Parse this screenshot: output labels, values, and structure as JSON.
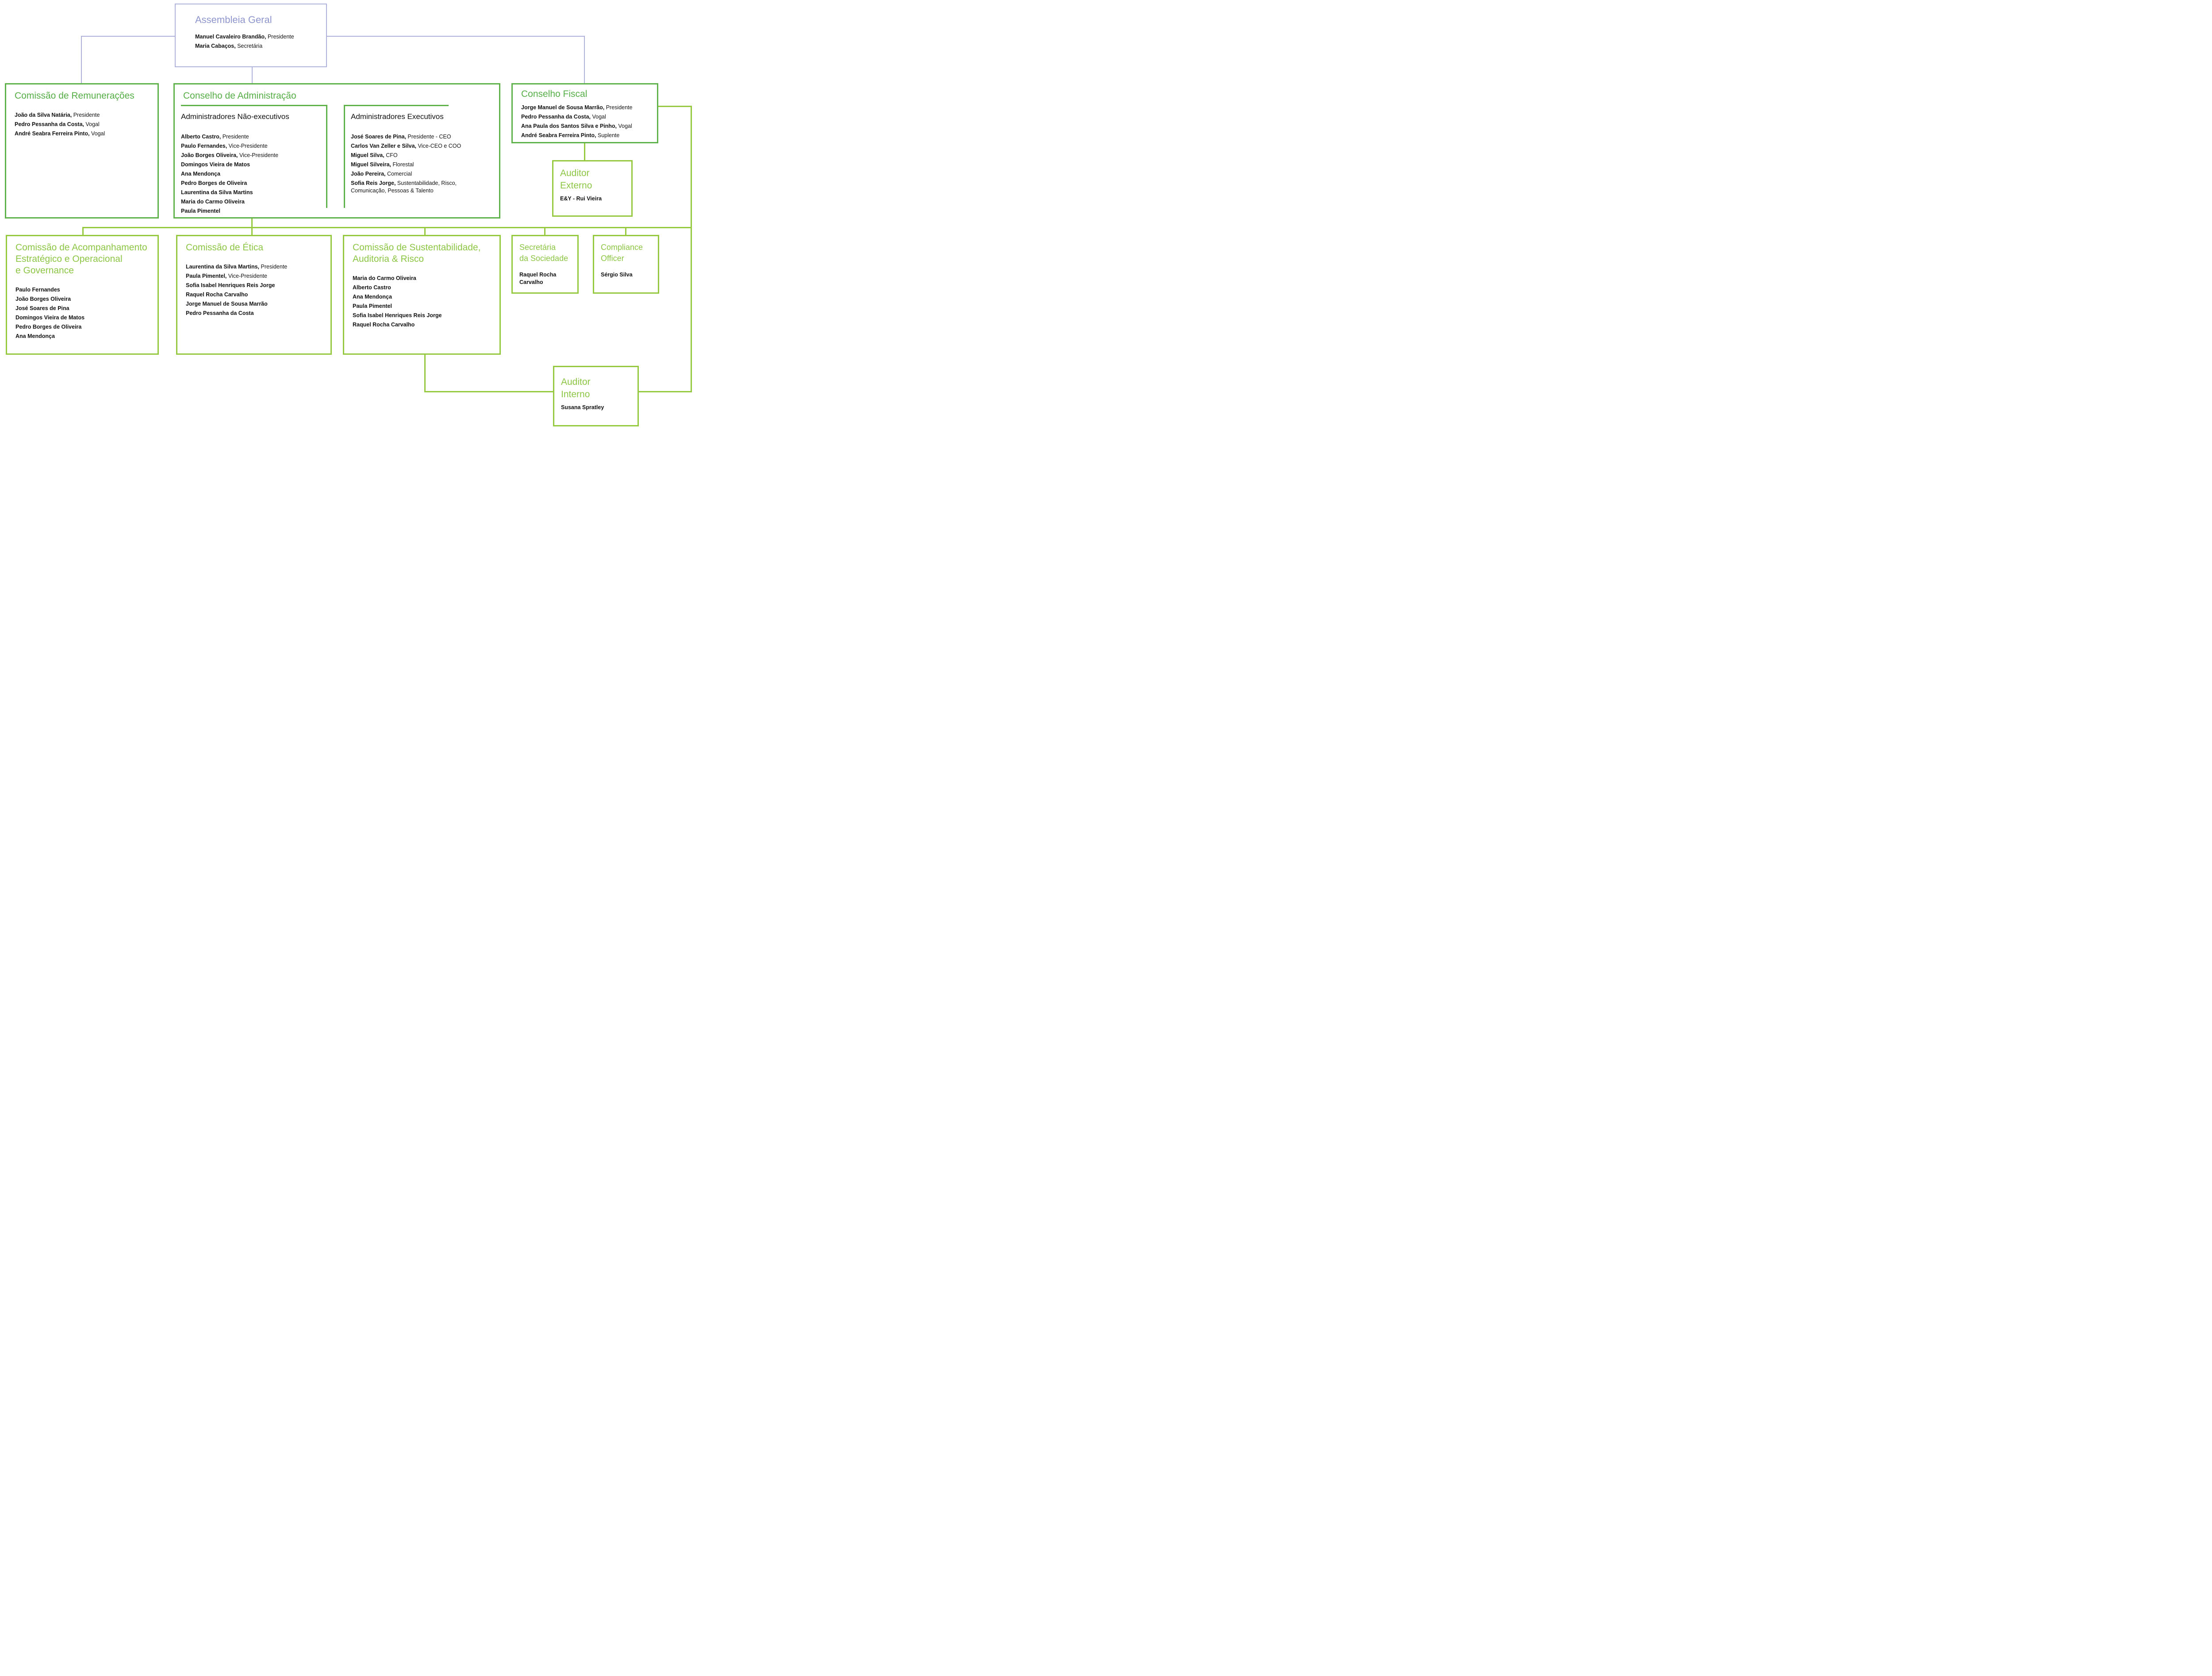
{
  "colors": {
    "purple": "#aeb1da",
    "purpleText": "#8f96ce",
    "greenDark": "#5fb249",
    "greenDarkText": "#56ae47",
    "greenLight": "#95c93f",
    "greenLightText": "#8dc645",
    "text": "#111111",
    "bg": "#ffffff"
  },
  "boxes": {
    "assembleia": {
      "title_lines": [
        "Assembleia Geral"
      ],
      "members": [
        {
          "name": "Manuel Cavaleiro Brandão",
          "role": "Presidente"
        },
        {
          "name": "Maria Cabaços",
          "role": "Secretária"
        }
      ]
    },
    "remuneracoes": {
      "title_lines": [
        "Comissão de Remunerações"
      ],
      "members": [
        {
          "name": "João da Silva Natária",
          "role": "Presidente"
        },
        {
          "name": "Pedro Pessanha da Costa",
          "role": "Vogal"
        },
        {
          "name": "André Seabra Ferreira Pinto",
          "role": "Vogal"
        }
      ]
    },
    "administracao": {
      "title_lines": [
        "Conselho de Administração"
      ]
    },
    "nao_executivos": {
      "subtitle": "Administradores Não-executivos",
      "members": [
        {
          "name": "Alberto Castro",
          "role": "Presidente"
        },
        {
          "name": "Paulo Fernandes",
          "role": "Vice-Presidente"
        },
        {
          "name": "João Borges Oliveira",
          "role": "Vice-Presidente"
        },
        {
          "name": "Domingos Vieira de Matos",
          "role": ""
        },
        {
          "name": "Ana Mendonça",
          "role": ""
        },
        {
          "name": "Pedro Borges de Oliveira",
          "role": ""
        },
        {
          "name": "Laurentina da Silva Martins",
          "role": ""
        },
        {
          "name": "Maria do Carmo Oliveira",
          "role": ""
        },
        {
          "name": "Paula Pimentel",
          "role": ""
        }
      ]
    },
    "executivos": {
      "subtitle": "Administradores Executivos",
      "members": [
        {
          "name": "José Soares de Pina",
          "role": "Presidente - CEO"
        },
        {
          "name": "Carlos Van Zeller e Silva",
          "role": "Vice-CEO e COO"
        },
        {
          "name": "Miguel Silva",
          "role": "CFO"
        },
        {
          "name": "Miguel Silveira",
          "role": "Florestal"
        },
        {
          "name": "João Pereira",
          "role": "Comercial"
        },
        {
          "name": "Sofia Reis Jorge",
          "role": "Sustentabilidade, Risco, Comunicação, Pessoas & Talento"
        }
      ]
    },
    "fiscal": {
      "title_lines": [
        "Conselho Fiscal"
      ],
      "members": [
        {
          "name": "Jorge Manuel de Sousa Marrão",
          "role": "Presidente"
        },
        {
          "name": "Pedro Pessanha da Costa",
          "role": "Vogal"
        },
        {
          "name": "Ana Paula dos Santos Silva e Pinho",
          "role": "Vogal"
        },
        {
          "name": "André Seabra Ferreira Pinto",
          "role": "Suplente"
        }
      ]
    },
    "auditor_externo": {
      "title_lines": [
        "Auditor",
        "Externo"
      ],
      "members": [
        {
          "name": "E&Y - Rui Vieira",
          "role": ""
        }
      ]
    },
    "acompanhamento": {
      "title_lines": [
        "Comissão de Acompanhamento",
        "Estratégico e Operacional",
        "e Governance"
      ],
      "members": [
        {
          "name": "Paulo Fernandes",
          "role": ""
        },
        {
          "name": "João Borges Oliveira",
          "role": ""
        },
        {
          "name": "José Soares de Pina",
          "role": ""
        },
        {
          "name": "Domingos Vieira de Matos",
          "role": ""
        },
        {
          "name": "Pedro Borges de Oliveira",
          "role": ""
        },
        {
          "name": "Ana Mendonça",
          "role": ""
        }
      ]
    },
    "etica": {
      "title_lines": [
        "Comissão de Ética"
      ],
      "members": [
        {
          "name": "Laurentina da Silva Martins",
          "role": "Presidente"
        },
        {
          "name": "Paula Pimentel",
          "role": "Vice-Presidente"
        },
        {
          "name": "Sofia Isabel Henriques Reis Jorge",
          "role": ""
        },
        {
          "name": "Raquel Rocha Carvalho",
          "role": ""
        },
        {
          "name": "Jorge Manuel de Sousa Marrão",
          "role": ""
        },
        {
          "name": "Pedro Pessanha da Costa",
          "role": ""
        }
      ]
    },
    "sustentabilidade": {
      "title_lines": [
        "Comissão de Sustentabilidade,",
        "Auditoria & Risco"
      ],
      "members": [
        {
          "name": "Maria do Carmo Oliveira",
          "role": ""
        },
        {
          "name": "Alberto Castro",
          "role": ""
        },
        {
          "name": "Ana Mendonça",
          "role": ""
        },
        {
          "name": "Paula Pimentel",
          "role": ""
        },
        {
          "name": "Sofia Isabel Henriques Reis Jorge",
          "role": ""
        },
        {
          "name": "Raquel Rocha Carvalho",
          "role": ""
        }
      ]
    },
    "secretaria": {
      "title_lines": [
        "Secretária",
        "da Sociedade"
      ],
      "members": [
        {
          "name": "Raquel Rocha Carvalho",
          "role": ""
        }
      ]
    },
    "compliance": {
      "title_lines": [
        "Compliance",
        "Officer"
      ],
      "members": [
        {
          "name": "Sérgio Silva",
          "role": ""
        }
      ]
    },
    "auditor_interno": {
      "title_lines": [
        "Auditor",
        "Interno"
      ],
      "members": [
        {
          "name": "Susana Spratley",
          "role": ""
        }
      ]
    }
  }
}
